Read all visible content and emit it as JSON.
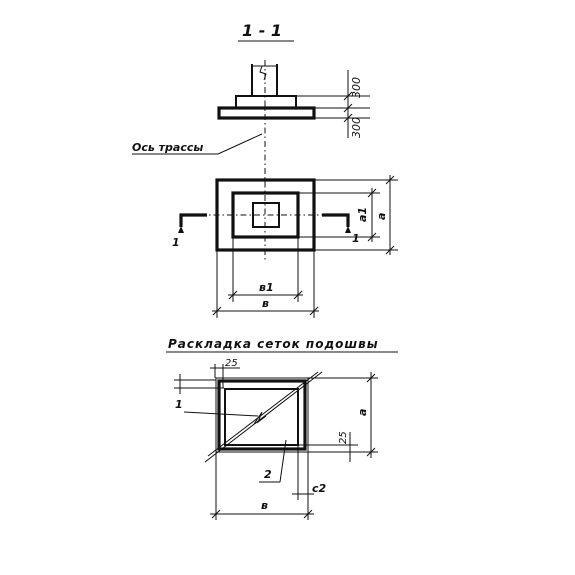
{
  "section": {
    "title": "1 - 1",
    "axis_label": "Ось трассы",
    "dim_top": "300",
    "dim_bottom": "300"
  },
  "plan": {
    "dim_a1": "a1",
    "dim_a": "a",
    "dim_b1": "в1",
    "dim_b": "в",
    "cut_mark_left": "1",
    "cut_mark_right": "1"
  },
  "mesh": {
    "heading": "Раскладка сеток подошвы",
    "offset_top": "25",
    "offset_right": "25",
    "callout_1": "1",
    "callout_2": "2",
    "dim_a": "a",
    "dim_b": "в",
    "dim_c2": "с2"
  }
}
